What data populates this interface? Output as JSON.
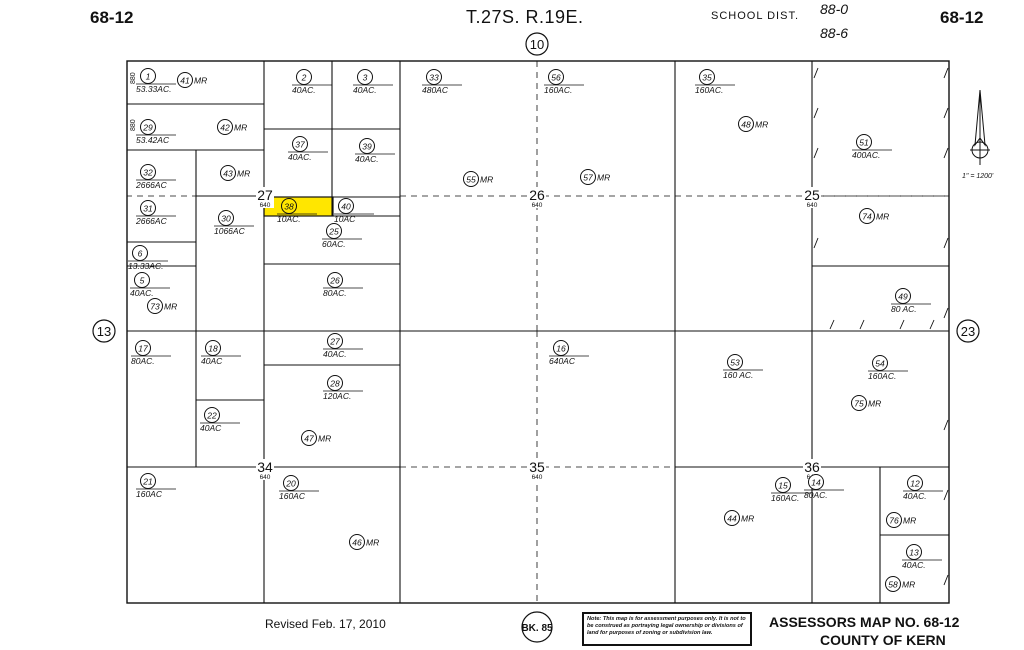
{
  "header": {
    "page_left": "68-12",
    "page_right": "68-12",
    "township_range": "T.27S.  R.19E.",
    "school_dist_label": "SCHOOL DIST.",
    "school_dist_codes": [
      "88-0",
      "88-6"
    ],
    "adjacent_top": "10",
    "adjacent_left": "13",
    "adjacent_right": "23",
    "book_ref": "BK. 85"
  },
  "scale": "1\" = 1200'",
  "footer": {
    "revised": "Revised Feb. 17, 2010",
    "note": "Note: This map is for assessment purposes only. It is not to be construed as portraying legal ownership or divisions of land for purposes of zoning or subdivision law.",
    "title_line1": "ASSESSORS MAP NO. 68-12",
    "title_line2": "COUNTY OF KERN"
  },
  "sections": [
    {
      "number": "27",
      "area": "640"
    },
    {
      "number": "26",
      "area": "640"
    },
    {
      "number": "25",
      "area": "640"
    },
    {
      "number": "34",
      "area": "640"
    },
    {
      "number": "35",
      "area": "640"
    },
    {
      "number": "36",
      "area": "640"
    }
  ],
  "edge_marks": [
    "880",
    "880"
  ],
  "parcels": [
    {
      "id": "1",
      "label": "53.33AC."
    },
    {
      "id": "41",
      "label": "MR"
    },
    {
      "id": "2",
      "label": "40AC."
    },
    {
      "id": "3",
      "label": "40AC."
    },
    {
      "id": "33",
      "label": "480AC"
    },
    {
      "id": "56",
      "label": "160AC."
    },
    {
      "id": "35",
      "label": "160AC."
    },
    {
      "id": "29",
      "label": "53.42AC"
    },
    {
      "id": "42",
      "label": "MR"
    },
    {
      "id": "37",
      "label": "40AC."
    },
    {
      "id": "39",
      "label": "40AC."
    },
    {
      "id": "48",
      "label": "MR"
    },
    {
      "id": "51",
      "label": "400AC."
    },
    {
      "id": "32",
      "label": "2666AC"
    },
    {
      "id": "43",
      "label": "MR"
    },
    {
      "id": "55",
      "label": "MR"
    },
    {
      "id": "57",
      "label": "MR"
    },
    {
      "id": "31",
      "label": "2666AC"
    },
    {
      "id": "30",
      "label": "1066AC"
    },
    {
      "id": "38",
      "label": "10AC.",
      "highlight": true
    },
    {
      "id": "40",
      "label": "10AC"
    },
    {
      "id": "74",
      "label": "MR"
    },
    {
      "id": "25",
      "label": "60AC."
    },
    {
      "id": "6",
      "label": "13.33AC."
    },
    {
      "id": "5",
      "label": "40AC."
    },
    {
      "id": "26",
      "label": "80AC."
    },
    {
      "id": "73",
      "label": "MR"
    },
    {
      "id": "49",
      "label": "80 AC."
    },
    {
      "id": "17",
      "label": "80AC."
    },
    {
      "id": "18",
      "label": "40AC"
    },
    {
      "id": "27",
      "label": "40AC."
    },
    {
      "id": "16",
      "label": "640AC"
    },
    {
      "id": "53",
      "label": "160 AC."
    },
    {
      "id": "54",
      "label": "160AC."
    },
    {
      "id": "28",
      "label": "120AC."
    },
    {
      "id": "75",
      "label": "MR"
    },
    {
      "id": "22",
      "label": "40AC"
    },
    {
      "id": "47",
      "label": "MR"
    },
    {
      "id": "21",
      "label": "160AC"
    },
    {
      "id": "20",
      "label": "160AC"
    },
    {
      "id": "15",
      "label": "160AC."
    },
    {
      "id": "14",
      "label": "80AC."
    },
    {
      "id": "12",
      "label": "40AC."
    },
    {
      "id": "44",
      "label": "MR"
    },
    {
      "id": "76",
      "label": "MR"
    },
    {
      "id": "46",
      "label": "MR"
    },
    {
      "id": "13",
      "label": "40AC."
    },
    {
      "id": "58",
      "label": "MR"
    }
  ],
  "colors": {
    "ink": "#111111",
    "highlight": "#ffe600",
    "paper": "#ffffff"
  }
}
